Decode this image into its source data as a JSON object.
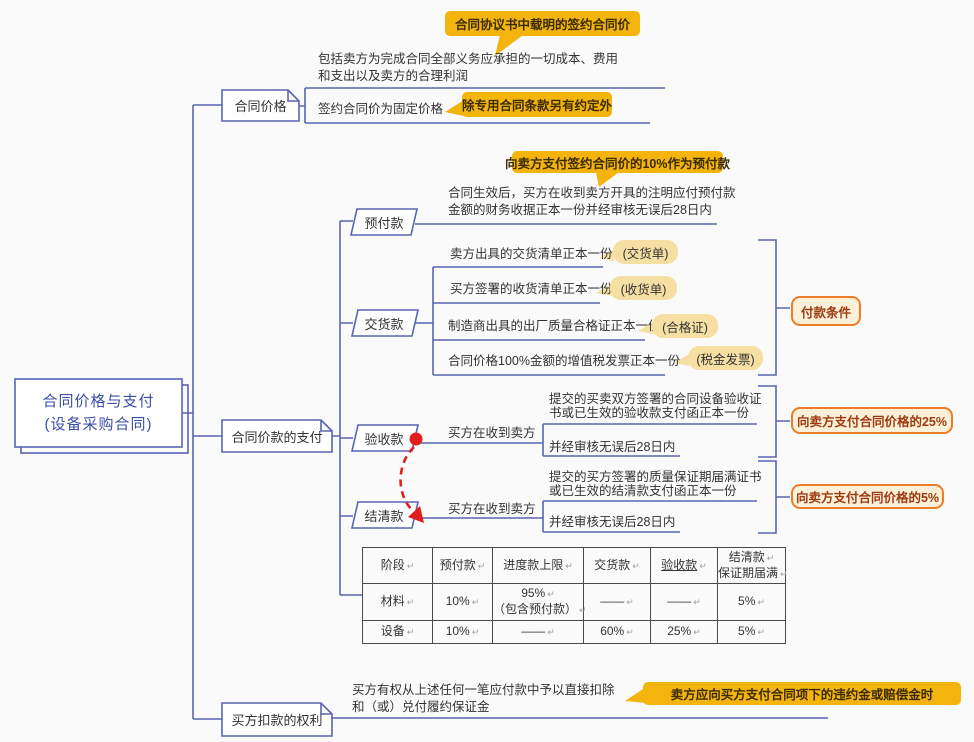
{
  "colors": {
    "line_blue": "#5A64B4",
    "root_text_blue": "#3A4DA8",
    "body_text": "#333333",
    "callout_yellow_bg": "#F2B40D",
    "callout_yellow_text": "#3D2B00",
    "tag_tan_bg": "#F5DFA3",
    "summary_border_orange": "#ED7D2B",
    "summary_bg_cream": "#FCF0D9",
    "summary_text": "#9E3A10",
    "arrow_red": "#E01F1F",
    "table_border": "#4A4A4A",
    "paragraph_mark_gray": "#9AA0A8"
  },
  "root": {
    "line1": "合同价格与支付",
    "line2": "(设备采购合同)"
  },
  "branches": {
    "price": {
      "label": "合同价格",
      "top_callout": "合同协议书中载明的签约合同价",
      "desc_lines": [
        "包括卖方为完成合同全部义务应承担的一切成本、费用",
        "和支出以及卖方的合理利润"
      ],
      "fixed_price": "签约合同价为固定价格",
      "fixed_price_callout": "除专用合同条款另有约定外"
    },
    "payment": {
      "label": "合同价款的支付",
      "prepay": {
        "label": "预付款",
        "callout": "向卖方支付签约合同价的10%作为预付款",
        "lines": [
          "合同生效后，买方在收到卖方开具的注明应付预付款",
          "金额的财务收据正本一份并经审核无误后28日内"
        ]
      },
      "delivery": {
        "label": "交货款",
        "summary": "付款条件",
        "items": [
          {
            "text": "卖方出具的交货清单正本一份",
            "tag": "(交货单)"
          },
          {
            "text": "买方签署的收货清单正本一份",
            "tag": "(收货单)"
          },
          {
            "text": "制造商出具的出厂质量合格证正本一份",
            "tag": "(合格证)"
          },
          {
            "text": "合同价格100%金额的增值税发票正本一份",
            "tag": "(税金发票)"
          }
        ]
      },
      "acceptance": {
        "label": "验收款",
        "lead": "买方在收到卖方",
        "doc_lines": [
          "提交的买卖双方签署的合同设备验收证",
          "书或已生效的验收款支付函正本一份"
        ],
        "review": "并经审核无误后28日内",
        "summary": "向卖方支付合同价格的25%"
      },
      "settlement": {
        "label": "结清款",
        "lead": "买方在收到卖方",
        "doc_lines": [
          "提交的买方签署的质量保证期届满证书",
          "或已生效的结清款支付函正本一份"
        ],
        "review": "并经审核无误后28日内",
        "summary": "向卖方支付合同价格的5%"
      },
      "table": {
        "mark": "↵",
        "underlined_header": "验收款",
        "headers": [
          "阶段",
          "预付款",
          "进度款上限",
          "交货款",
          "验收款",
          "结清款\n保证期届满"
        ],
        "rows": [
          [
            "材料",
            "10%",
            "95%\n（包含预付款）",
            "——",
            "——",
            "5%"
          ],
          [
            "设备",
            "10%",
            "——",
            "60%",
            "25%",
            "5%"
          ]
        ]
      }
    },
    "deduction": {
      "label": "买方扣款的权利",
      "lines": [
        "买方有权从上述任何一笔应付款中予以直接扣除",
        "和（或）兑付履约保证金"
      ],
      "callout": "卖方应向买方支付合同项下的违约金或赔偿金时"
    }
  }
}
